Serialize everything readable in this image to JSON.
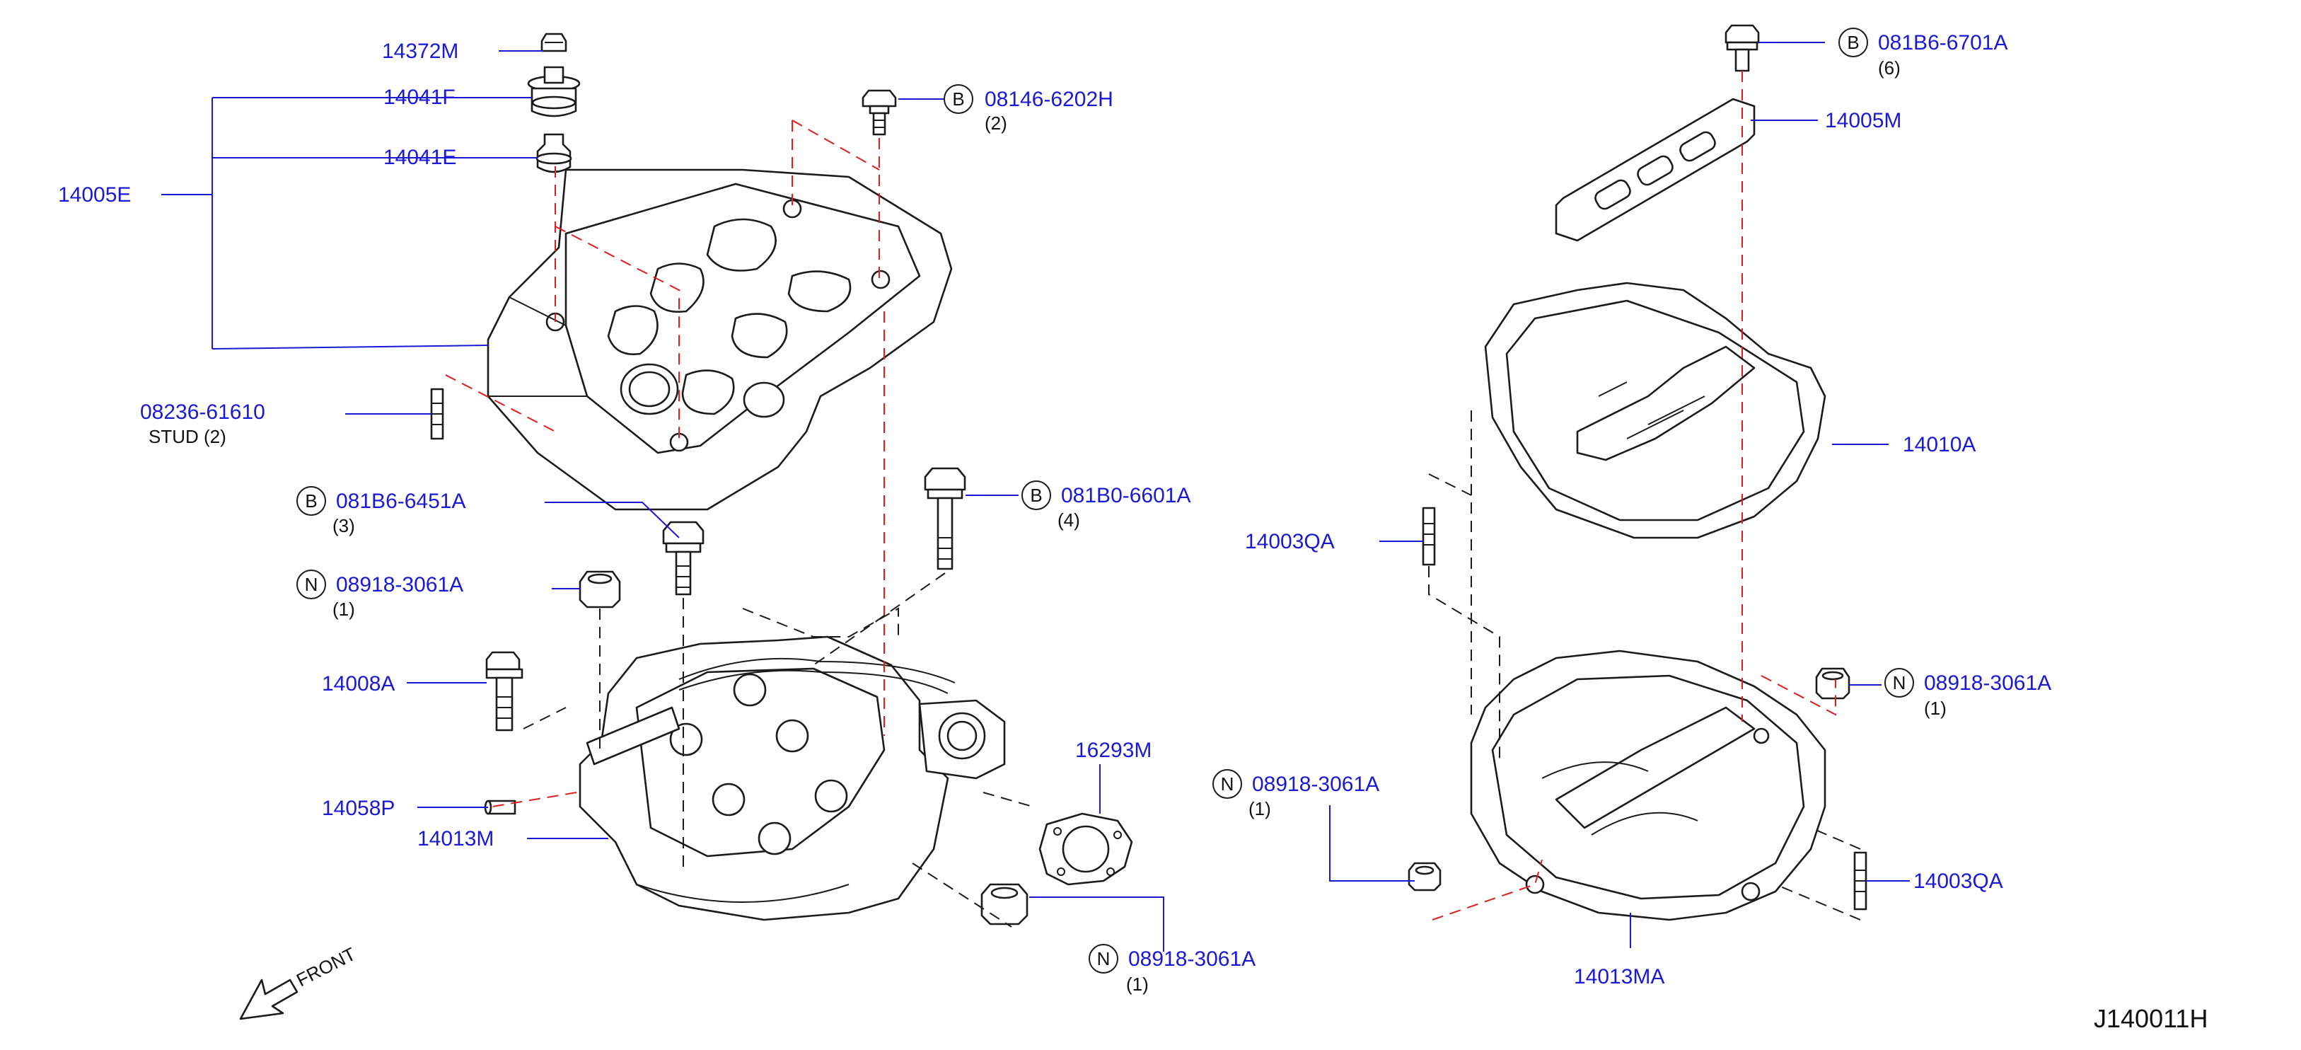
{
  "diagram_code": "J140011H",
  "front_label": "FRONT",
  "callouts": {
    "c14372M": "14372M",
    "c14041F": "14041F",
    "c14041E": "14041E",
    "c14005E": "14005E",
    "c08146": "08146-6202H",
    "c08146_letter": "B",
    "c08146_qty": "(2)",
    "c08236": "08236-61610",
    "c08236_sub": "STUD (2)",
    "c081B6_6451": "081B6-6451A",
    "c081B6_6451_letter": "B",
    "c081B6_6451_qty": "(3)",
    "c081B0": "081B0-6601A",
    "c081B0_letter": "B",
    "c081B0_qty": "(4)",
    "c08918_a": "08918-3061A",
    "c08918_a_letter": "N",
    "c08918_a_qty": "(1)",
    "c14008A": "14008A",
    "c16293M": "16293M",
    "c14058P": "14058P",
    "c14013M": "14013M",
    "c08918_b": "08918-3061A",
    "c08918_b_letter": "N",
    "c08918_b_qty": "(1)",
    "c081B6_6701": "081B6-6701A",
    "c081B6_6701_letter": "B",
    "c081B6_6701_qty": "(6)",
    "c14005M": "14005M",
    "c14010A": "14010A",
    "c14003QA_a": "14003QA",
    "c08918_c": "08918-3061A",
    "c08918_c_letter": "N",
    "c08918_c_qty": "(1)",
    "c08918_d": "08918-3061A",
    "c08918_d_letter": "N",
    "c08918_d_qty": "(1)",
    "c14003QA_b": "14003QA",
    "c14013MA": "14013MA"
  }
}
